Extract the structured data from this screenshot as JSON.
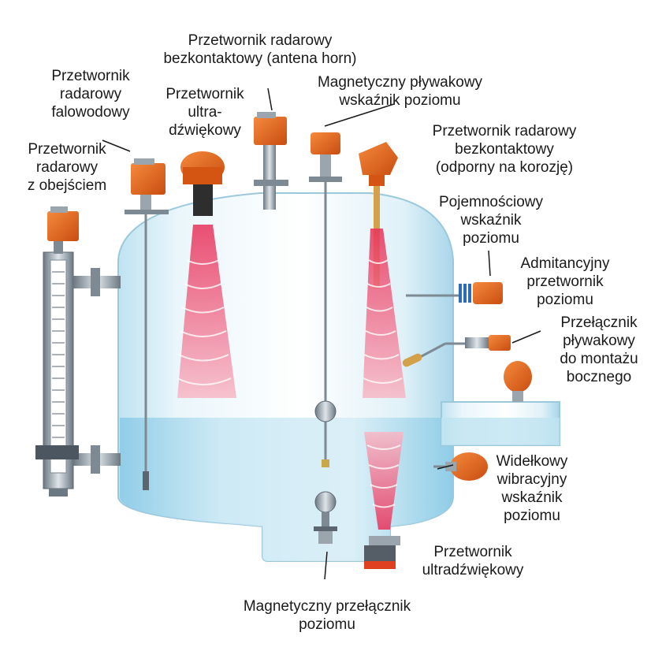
{
  "labels": {
    "bypass_radar": "Przetwornik\nradarowy\nz obejściem",
    "guided_wave_radar": "Przetwornik\nradarowy\nfalowodowy",
    "ultrasonic_top": "Przetwornik\nultra-\ndźwiękowy",
    "horn_radar": "Przetwornik radarowy\nbezkontaktowy (antena horn)",
    "magnetic_float_indicator": "Magnetyczny pływakowy\nwskaźnik poziomu",
    "corrosion_radar": "Przetwornik radarowy\nbezkontaktowy\n(odporny na korozję)",
    "capacitive": "Pojemnościowy\nwskaźnik\npoziomu",
    "admittance": "Admitancyjny\nprzetwornik\npoziomu",
    "side_float_switch": "Przełącznik\npływakowy\ndo montażu\nbocznego",
    "vibrating_fork": "Widełkowy\nwibracyjny\nwskaźnik\npoziomu",
    "ultrasonic_bottom": "Przetwornik\nultradźwiękowy",
    "magnetic_switch": "Magnetyczny przełącznik\npoziomu"
  },
  "colors": {
    "housing": "#e8611c",
    "housing_dark": "#b8440e",
    "beam": "#e8315a",
    "tank_light": "#eaf6fb",
    "tank_mid": "#bfe3f1",
    "liquid": "#a9d9ee",
    "steel": "#8e9aa4"
  }
}
